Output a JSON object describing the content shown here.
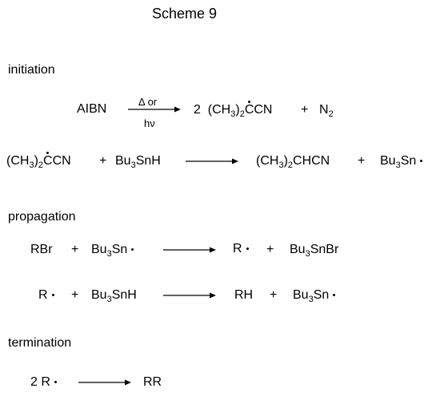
{
  "scheme_title": "Scheme 9",
  "sections": {
    "initiation": "initiation",
    "propagation": "propagation",
    "termination": "termination"
  },
  "reactions": {
    "r1": {
      "reactant": "AIBN",
      "condition_top": "Δ or",
      "condition_bottom": "hν",
      "coef": "2",
      "p1_open": "(CH",
      "p1_sub": "3",
      "p1_close": ")",
      "p1_sub2": "2",
      "p1_tail": "CCN",
      "plus": "+",
      "p2": "N",
      "p2_sub": "2"
    },
    "r2": {
      "a_open": "(CH",
      "a_sub": "3",
      "a_close": ")",
      "a_sub2": "2",
      "a_tail": "CCN",
      "plus1": "+",
      "b_pre": "Bu",
      "b_sub": "3",
      "b_post": "SnH",
      "p1_open": "(CH",
      "p1_sub": "3",
      "p1_close": ")",
      "p1_sub2": "2",
      "p1_tail": "CHCN",
      "plus2": "+",
      "p2_pre": "Bu",
      "p2_sub": "3",
      "p2_post": "Sn"
    },
    "r3": {
      "a": "RBr",
      "plus1": "+",
      "b_pre": "Bu",
      "b_sub": "3",
      "b_post": "Sn",
      "p1": "R",
      "plus2": "+",
      "p2_pre": "Bu",
      "p2_sub": "3",
      "p2_post": "SnBr"
    },
    "r4": {
      "a": "R",
      "plus1": "+",
      "b_pre": "Bu",
      "b_sub": "3",
      "b_post": "SnH",
      "p1": "RH",
      "plus2": "+",
      "p2_pre": "Bu",
      "p2_sub": "3",
      "p2_post": "Sn"
    },
    "r5": {
      "a": "2 R",
      "p1": "RR"
    }
  }
}
